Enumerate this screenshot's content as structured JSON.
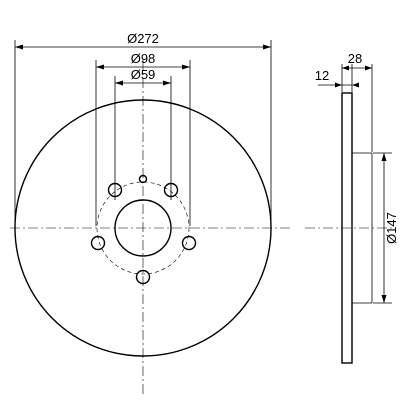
{
  "drawing": {
    "front_view": {
      "outer_diameter_label": "Ø272",
      "bolt_circle_label": "Ø98",
      "center_bore_label": "Ø59"
    },
    "side_view": {
      "thickness_label": "12",
      "hat_height_label": "28",
      "hat_diameter_label": "Ø147"
    }
  }
}
